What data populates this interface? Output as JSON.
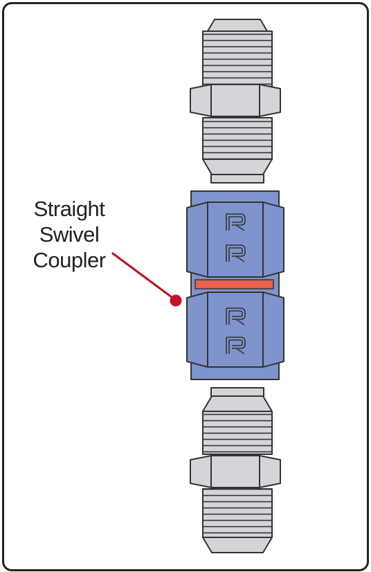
{
  "callout": {
    "lines": [
      "Straight",
      "Swivel",
      "Coupler"
    ]
  },
  "colors": {
    "frame": "#222222",
    "fitting_fill": "#d3d5d9",
    "coupler_fill": "#7f94cc",
    "seal_ring": "#e8624e",
    "leader": "#c0142a",
    "outline": "#333333"
  },
  "icons": [
    "hose-end-fitting-icon",
    "swivel-coupler-icon",
    "brand-logo-r-icon"
  ]
}
